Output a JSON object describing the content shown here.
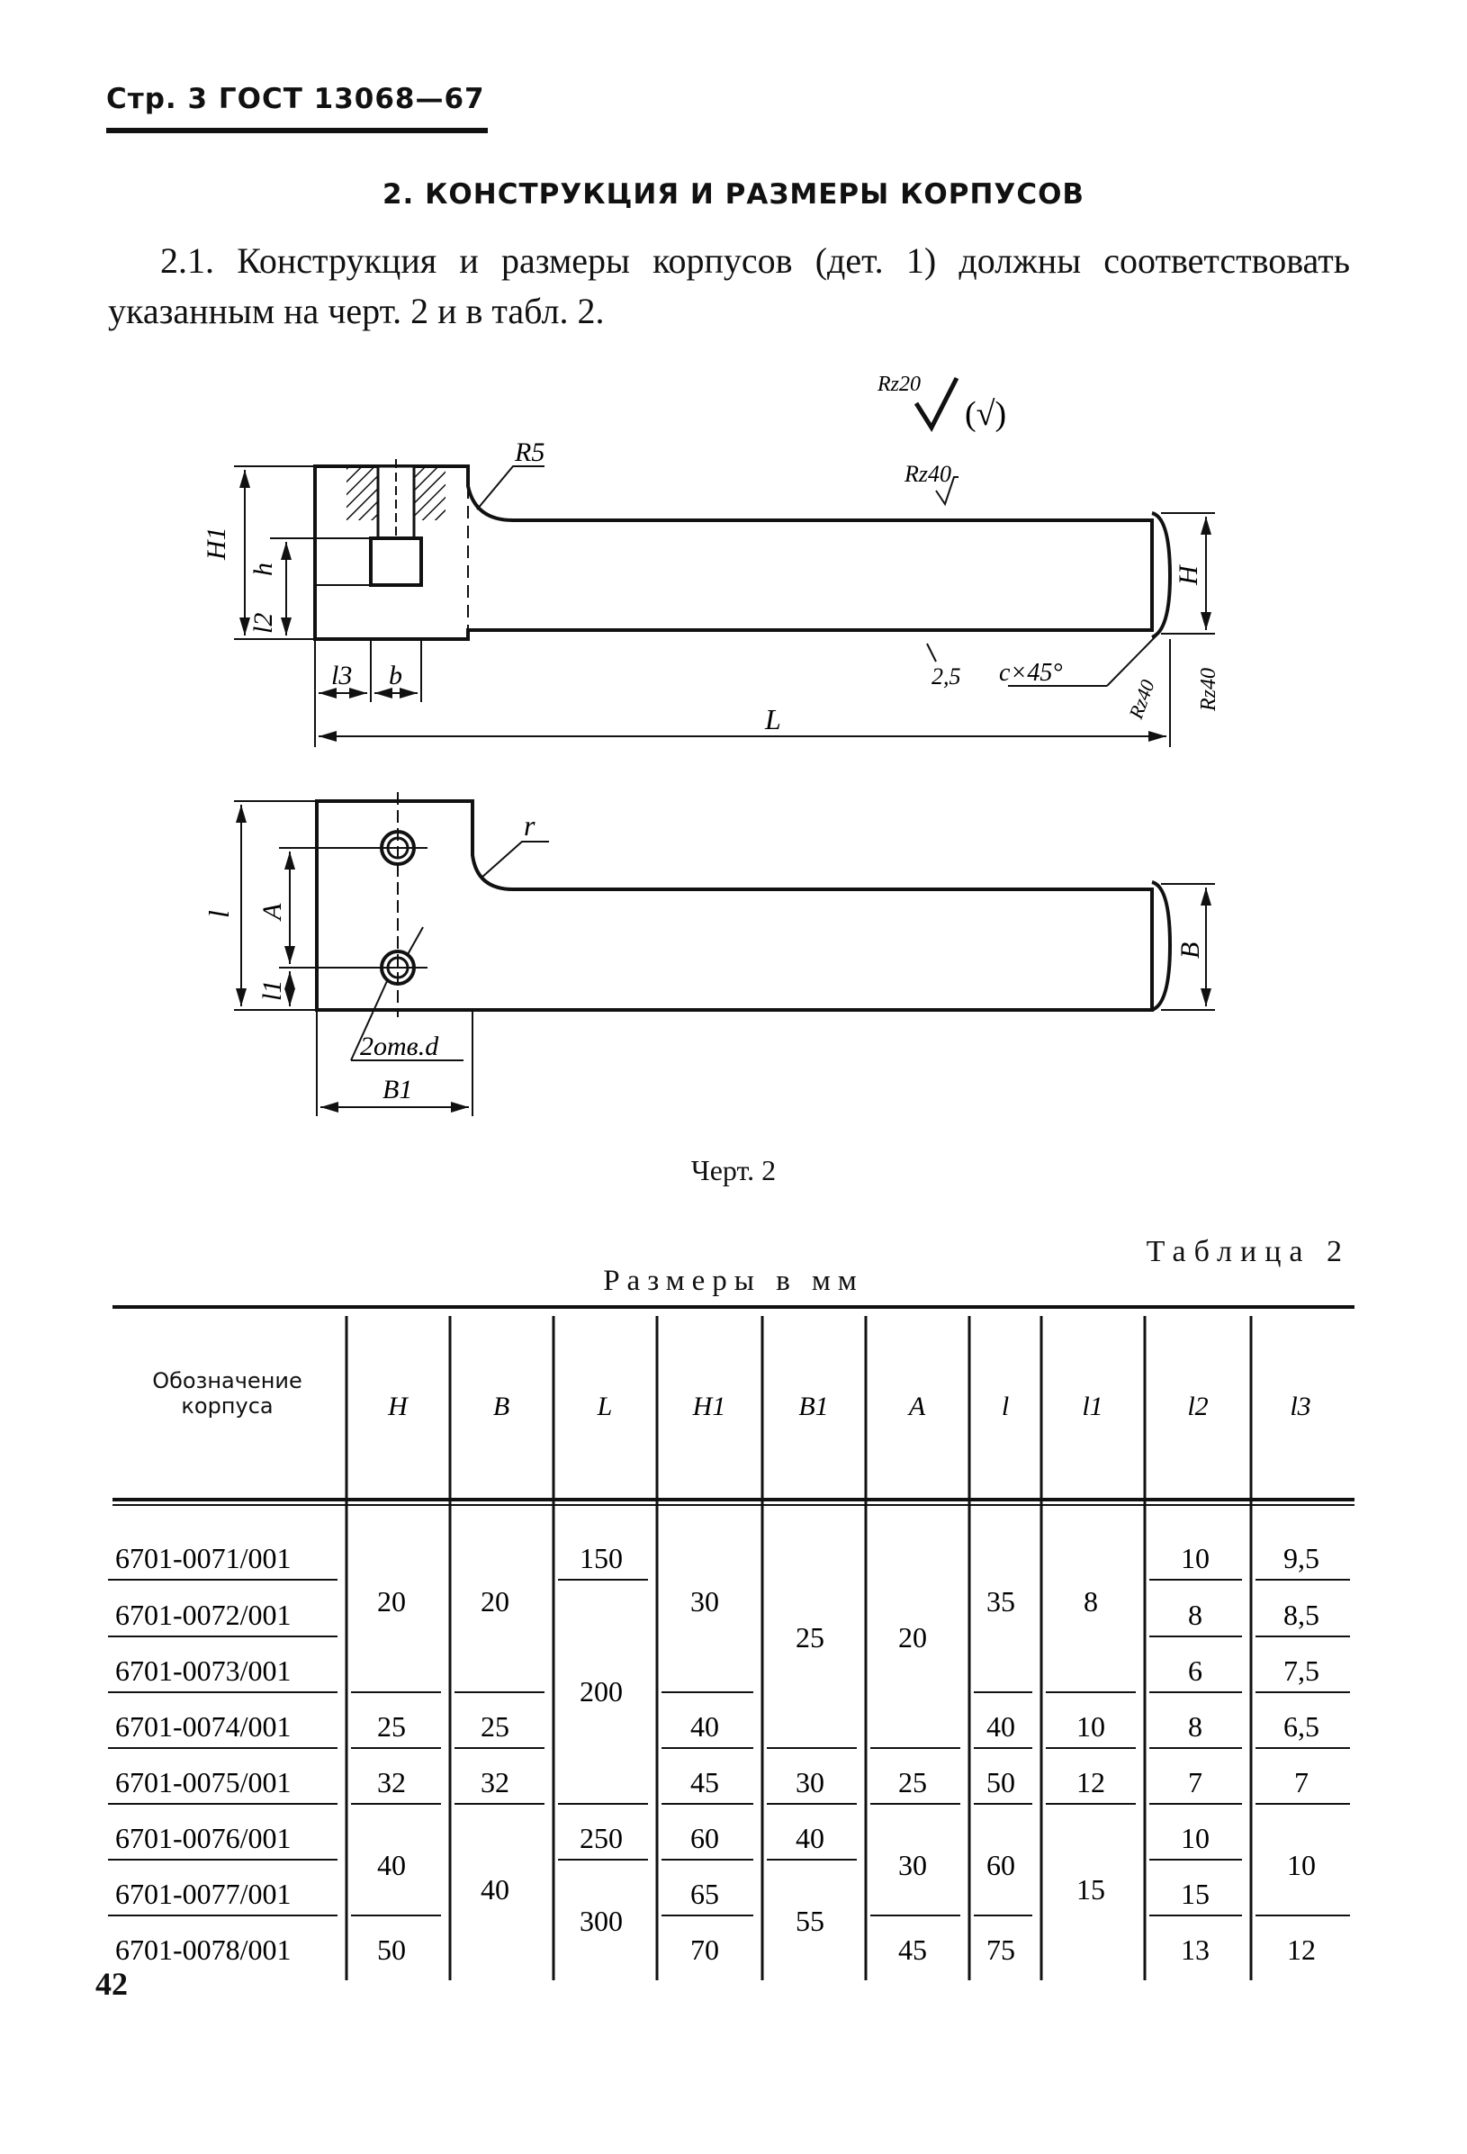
{
  "header": {
    "page_label": "Стр. 3 ГОСТ 13068—67"
  },
  "section": {
    "title": "2. КОНСТРУКЦИЯ И РАЗМЕРЫ КОРПУСОВ",
    "paragraph": "2.1. Конструкция и размеры корпусов (дет. 1) должны соответствовать указанным на черт. 2 и в табл. 2."
  },
  "drawing": {
    "caption": "Черт. 2",
    "labels": {
      "rz20": "Rz20",
      "check": "(√)",
      "r5": "R5",
      "rz40": "Rz40",
      "r": "r",
      "H1": "H1",
      "h": "h",
      "l2": "l2",
      "l3": "l3",
      "b": "b",
      "H": "H",
      "L": "L",
      "rough_2_5": "2,5",
      "chamfer": "c×45°",
      "l": "l",
      "A": "A",
      "l1": "l1",
      "B": "B",
      "B1": "B1",
      "holes": "2отв.d"
    }
  },
  "table": {
    "name": "Таблица 2",
    "units": "Размеры в мм",
    "headers": [
      "Обозначение корпуса",
      "H",
      "B",
      "L",
      "H1",
      "B1",
      "A",
      "l",
      "l1",
      "l2",
      "l3"
    ],
    "rows": [
      {
        "designation": "6701-0071/001",
        "H": "20",
        "B": "20",
        "L": "150",
        "H1": "30",
        "B1": "25",
        "A": "20",
        "l": "35",
        "l1": "8",
        "l2": "10",
        "l3": "9,5"
      },
      {
        "designation": "6701-0072/001",
        "H": "20",
        "B": "20",
        "L": "200",
        "H1": "30",
        "B1": "25",
        "A": "20",
        "l": "35",
        "l1": "8",
        "l2": "8",
        "l3": "8,5"
      },
      {
        "designation": "6701-0073/001",
        "H": "20",
        "B": "20",
        "L": "200",
        "H1": "30",
        "B1": "25",
        "A": "20",
        "l": "35",
        "l1": "8",
        "l2": "6",
        "l3": "7,5"
      },
      {
        "designation": "6701-0074/001",
        "H": "25",
        "B": "25",
        "L": "200",
        "H1": "40",
        "B1": "25",
        "A": "20",
        "l": "40",
        "l1": "10",
        "l2": "8",
        "l3": "6,5"
      },
      {
        "designation": "6701-0075/001",
        "H": "32",
        "B": "32",
        "L": "200",
        "H1": "45",
        "B1": "30",
        "A": "25",
        "l": "50",
        "l1": "12",
        "l2": "7",
        "l3": "7"
      },
      {
        "designation": "6701-0076/001",
        "H": "40",
        "B": "40",
        "L": "250",
        "H1": "60",
        "B1": "40",
        "A": "30",
        "l": "60",
        "l1": "15",
        "l2": "10",
        "l3": "10"
      },
      {
        "designation": "6701-0077/001",
        "H": "40",
        "B": "40",
        "L": "300",
        "H1": "65",
        "B1": "55",
        "A": "30",
        "l": "60",
        "l1": "15",
        "l2": "15",
        "l3": "10"
      },
      {
        "designation": "6701-0078/001",
        "H": "50",
        "B": "40",
        "L": "300",
        "H1": "70",
        "B1": "55",
        "A": "45",
        "l": "75",
        "l1": "15",
        "l2": "13",
        "l3": "12"
      }
    ]
  },
  "footer": {
    "page_number": "42"
  }
}
